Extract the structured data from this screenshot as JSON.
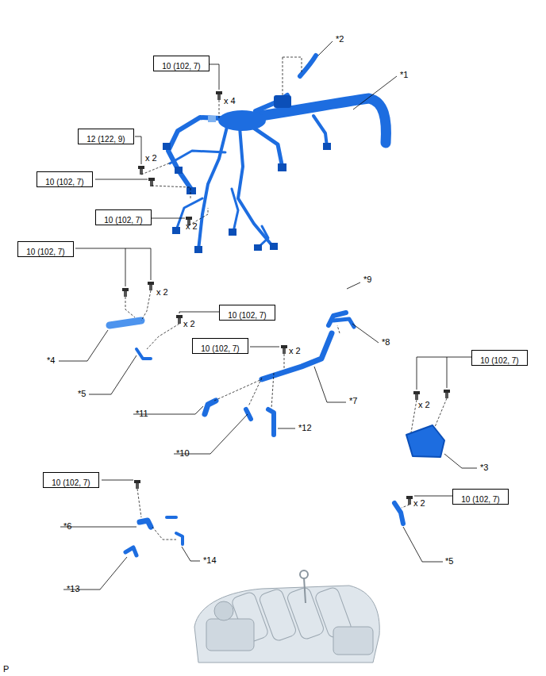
{
  "diagram": {
    "nodes": [
      {
        "text": [
          "10 (102, 7)"
        ]
      },
      {
        "text": [
          "12 (122, 9)"
        ]
      },
      {
        "text": [
          "10 (102, 7)"
        ]
      },
      {
        "text": [
          "10 (102, 7)"
        ]
      },
      {
        "text": [
          "10 (102, 7)"
        ]
      },
      {
        "text": [
          "10 (102, 7)"
        ]
      },
      {
        "text": [
          "10 (102, 7)"
        ]
      },
      {
        "text": [
          "10 (102, 7)"
        ]
      },
      {
        "text": [
          "10 (102, 7)"
        ]
      },
      {
        "text": [
          "10 (102, 7)"
        ]
      }
    ],
    "labels": [
      "*2",
      "*1",
      "x 4",
      "x 2",
      "x 2",
      "*9",
      "x 2",
      "x 2",
      "*8",
      "x 2",
      "*4",
      "*5",
      "*7",
      "x 2",
      "*11",
      "*12",
      "*10",
      "*3",
      "x 2",
      "*6",
      "*14",
      "*5",
      "*13",
      "P"
    ]
  }
}
